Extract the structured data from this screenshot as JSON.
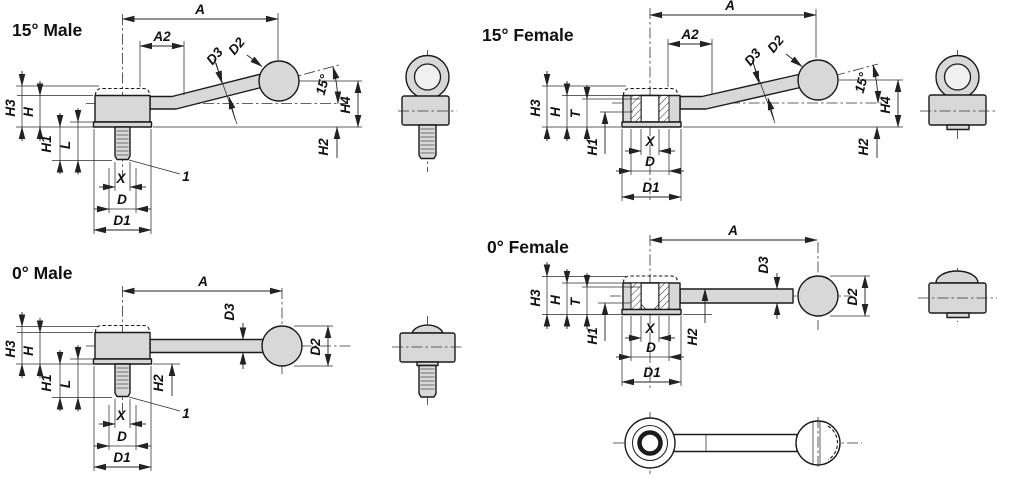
{
  "drawing_title": "Tension levers technical drawing",
  "colors": {
    "part_fill": "#d8d8d8",
    "line": "#1b1b1b",
    "background": "#ffffff"
  },
  "v1": {
    "title": "15° Male",
    "a": "A",
    "a2": "A2",
    "d2": "D2",
    "d3": "D3",
    "angle": "15°",
    "h3": "H3",
    "h": "H",
    "h1": "H1",
    "l": "L",
    "x": "X",
    "d": "D",
    "d1": "D1",
    "h4": "H4",
    "h2": "H2",
    "callout": "1"
  },
  "v2": {
    "title": "15° Female",
    "a": "A",
    "a2": "A2",
    "d2": "D2",
    "d3": "D3",
    "angle": "15°",
    "h3": "H3",
    "h": "H",
    "t": "T",
    "h1": "H1",
    "x": "X",
    "d": "D",
    "d1": "D1",
    "h4": "H4",
    "h2": "H2"
  },
  "v3": {
    "title": "0° Male",
    "a": "A",
    "d2": "D2",
    "d3": "D3",
    "h3": "H3",
    "h": "H",
    "h1": "H1",
    "l": "L",
    "x": "X",
    "d": "D",
    "d1": "D1",
    "h2": "H2",
    "callout": "1"
  },
  "v4": {
    "title": "0° Female",
    "a": "A",
    "d2": "D2",
    "d3": "D3",
    "h3": "H3",
    "h": "H",
    "t": "T",
    "h1": "H1",
    "x": "X",
    "d": "D",
    "d1": "D1",
    "h2": "H2"
  }
}
